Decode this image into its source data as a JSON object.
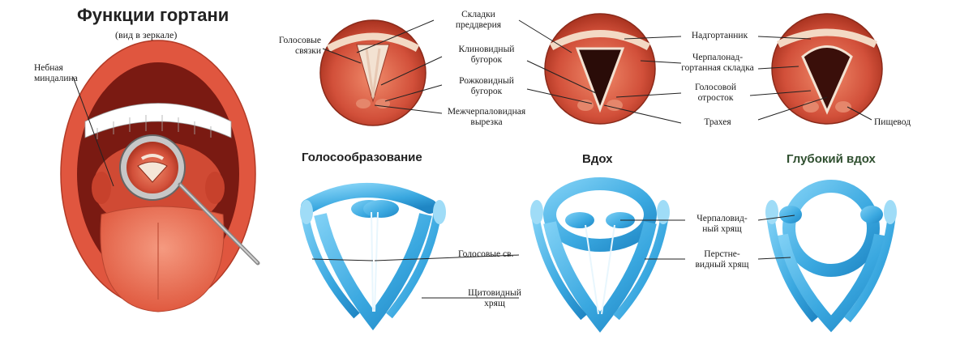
{
  "title": "Функции гортани",
  "subtitle": "(вид в зеркале)",
  "top_labels": {
    "palatine_tonsil": [
      "Небная",
      "миндалина"
    ],
    "vocal_folds": [
      "Голосовые",
      "связки"
    ],
    "vestibular_folds": [
      "Складки",
      "преддверия"
    ],
    "cuneiform": [
      "Клиновидный",
      "бугорок"
    ],
    "corniculate": [
      "Рожковидный",
      "бугорок"
    ],
    "interarytenoid": [
      "Межчерпаловидная",
      "вырезка"
    ],
    "epiglottis": "Надгортанник",
    "aryepiglottic": [
      "Черпалонад-",
      "гортанная складка"
    ],
    "vocal_process": [
      "Голосовой",
      "отросток"
    ],
    "trachea": "Трахея",
    "esophagus": "Пищевод"
  },
  "section_titles": {
    "phonation": "Голосообразование",
    "inhale": "Вдох",
    "deep_inhale": "Глубокий вдох"
  },
  "bottom_labels": {
    "vocal_cords": "Голосовые св.",
    "thyroid": [
      "Щитовидный",
      "хрящ"
    ],
    "arytenoid": [
      "Черпаловид-",
      "ный хрящ"
    ],
    "cricoid": [
      "Перстне-",
      "видный хрящ"
    ]
  },
  "colors": {
    "lip_red": "#e0563f",
    "mucosa": "#c8452e",
    "cartilage_blue": "#3aa8e0"
  }
}
